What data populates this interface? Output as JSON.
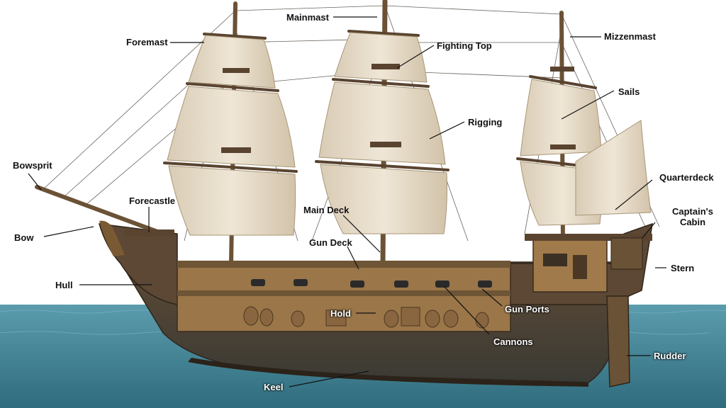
{
  "colors": {
    "sea": "#4f8fa0",
    "sea_deep": "#2f6c7d",
    "sail": "#e9dfcf",
    "hull": "#5a4634",
    "hull_dark": "#3c2e22",
    "deck": "#8a6a45",
    "label": "#111111",
    "leader": "#111111"
  },
  "labels": {
    "foremast": "Foremast",
    "mainmast": "Mainmast",
    "fighting_top": "Fighting Top",
    "mizzenmast": "Mizzenmast",
    "sails": "Sails",
    "rigging": "Rigging",
    "bowsprit": "Bowsprit",
    "forecastle": "Forecastle",
    "quarterdeck": "Quarterdeck",
    "captains_cabin": "Captain's Cabin",
    "main_deck": "Main Deck",
    "bow": "Bow",
    "gun_deck": "Gun Deck",
    "stern": "Stern",
    "hull": "Hull",
    "gun_ports": "Gun Ports",
    "hold": "Hold",
    "cannons": "Cannons",
    "rudder": "Rudder",
    "keel": "Keel"
  }
}
